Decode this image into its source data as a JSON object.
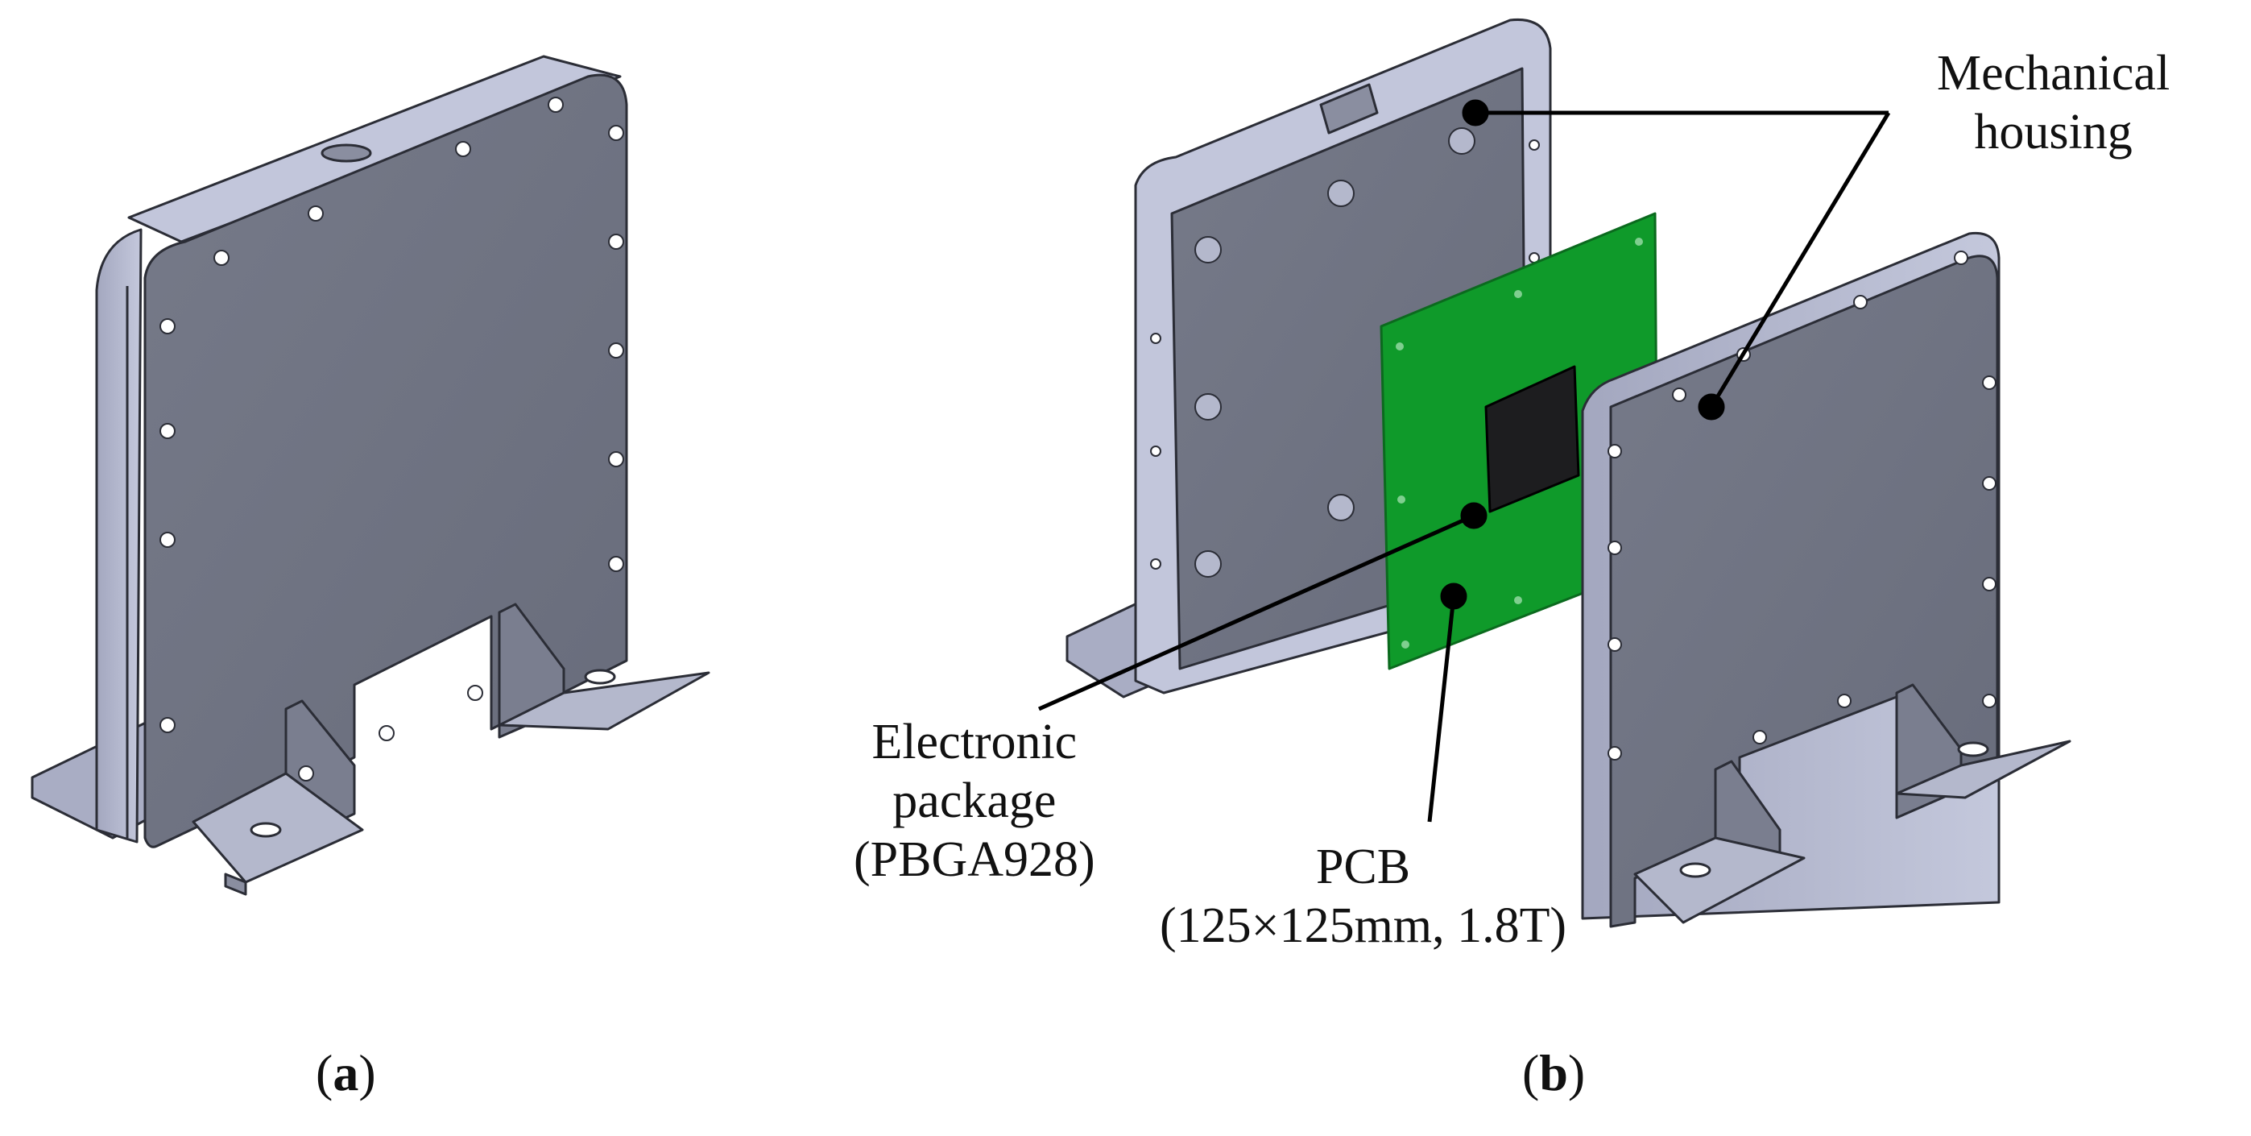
{
  "labels": {
    "housing": [
      "Mechanical",
      "housing"
    ],
    "package": [
      "Electronic",
      "package",
      "(PBGA928)"
    ],
    "pcb": [
      "PCB",
      "(125×125mm, 1.8T)"
    ]
  },
  "subfigures": {
    "a": {
      "open": "(",
      "letter": "a",
      "close": ")"
    },
    "b": {
      "open": "(",
      "letter": "b",
      "close": ")"
    }
  },
  "colors": {
    "housing_face": "#6f7382",
    "housing_side": "#a9adc4",
    "housing_top": "#c2c6db",
    "housing_edge": "#2b2d36",
    "pcb": "#0f9a2a",
    "pcb_edge": "#0b6a1e",
    "package": "#1d1d1f",
    "leader": "#000000"
  }
}
